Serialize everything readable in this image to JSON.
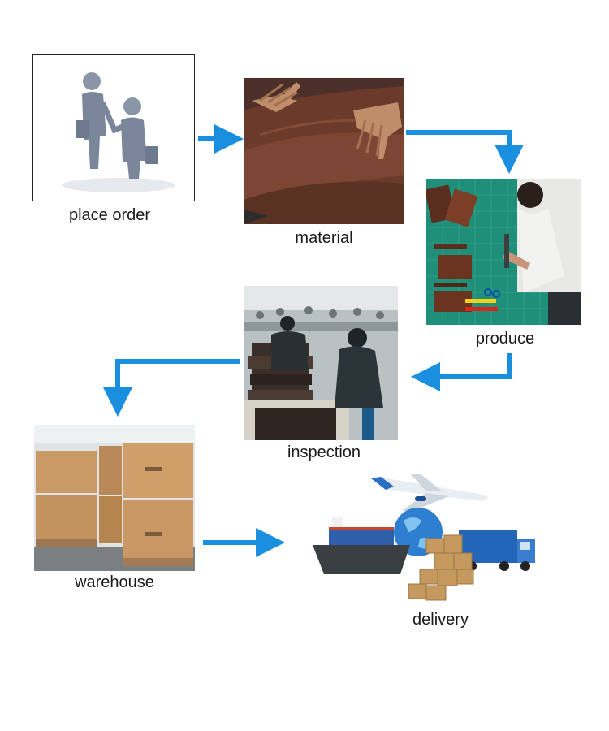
{
  "steps": [
    {
      "label": "place order",
      "image": "business-handshake-figures"
    },
    {
      "label": "material",
      "image": "hands-on-brown-leather-hide"
    },
    {
      "label": "produce",
      "image": "worker-cutting-leather-on-green-mat"
    },
    {
      "label": "inspection",
      "image": "factory-workers-inspecting-bags"
    },
    {
      "label": "warehouse",
      "image": "stacked-cardboard-crates"
    },
    {
      "label": "delivery",
      "image": "plane-ship-truck-globe-boxes"
    }
  ],
  "colors": {
    "arrow": "#1a8fe0",
    "frame": "#222222"
  }
}
